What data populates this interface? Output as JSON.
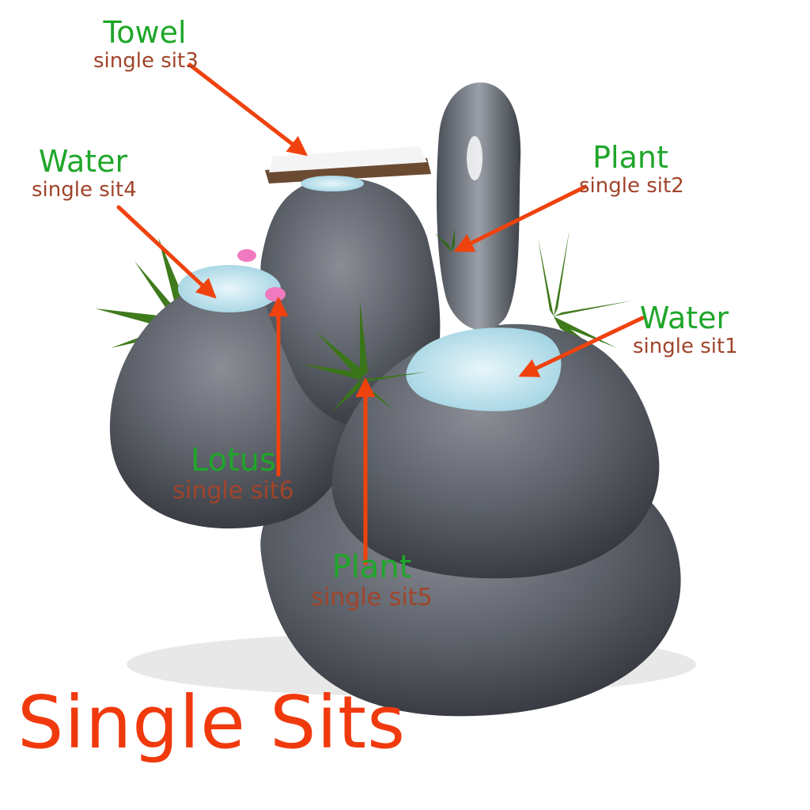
{
  "title": "Single Sits",
  "labels": {
    "sit3": {
      "name": "Towel",
      "sub": "single sit3"
    },
    "sit4": {
      "name": "Water",
      "sub": "single sit4"
    },
    "sit2": {
      "name": "Plant",
      "sub": "single sit2"
    },
    "sit1": {
      "name": "Water",
      "sub": "single sit1"
    },
    "sit6": {
      "name": "Lotus",
      "sub": "single sit6"
    },
    "sit5": {
      "name": "Plant",
      "sub": "single sit5"
    }
  },
  "colors": {
    "name_text": "#1fa62a",
    "sub_text": "#a0442a",
    "title_text": "#f03a0e",
    "arrow": "#f0420e",
    "rock_dark": "#3f434a",
    "rock_mid": "#6d7078",
    "water": "#bfe4ef",
    "fern": "#3f7a1c",
    "lotus": "#f07ac0"
  }
}
